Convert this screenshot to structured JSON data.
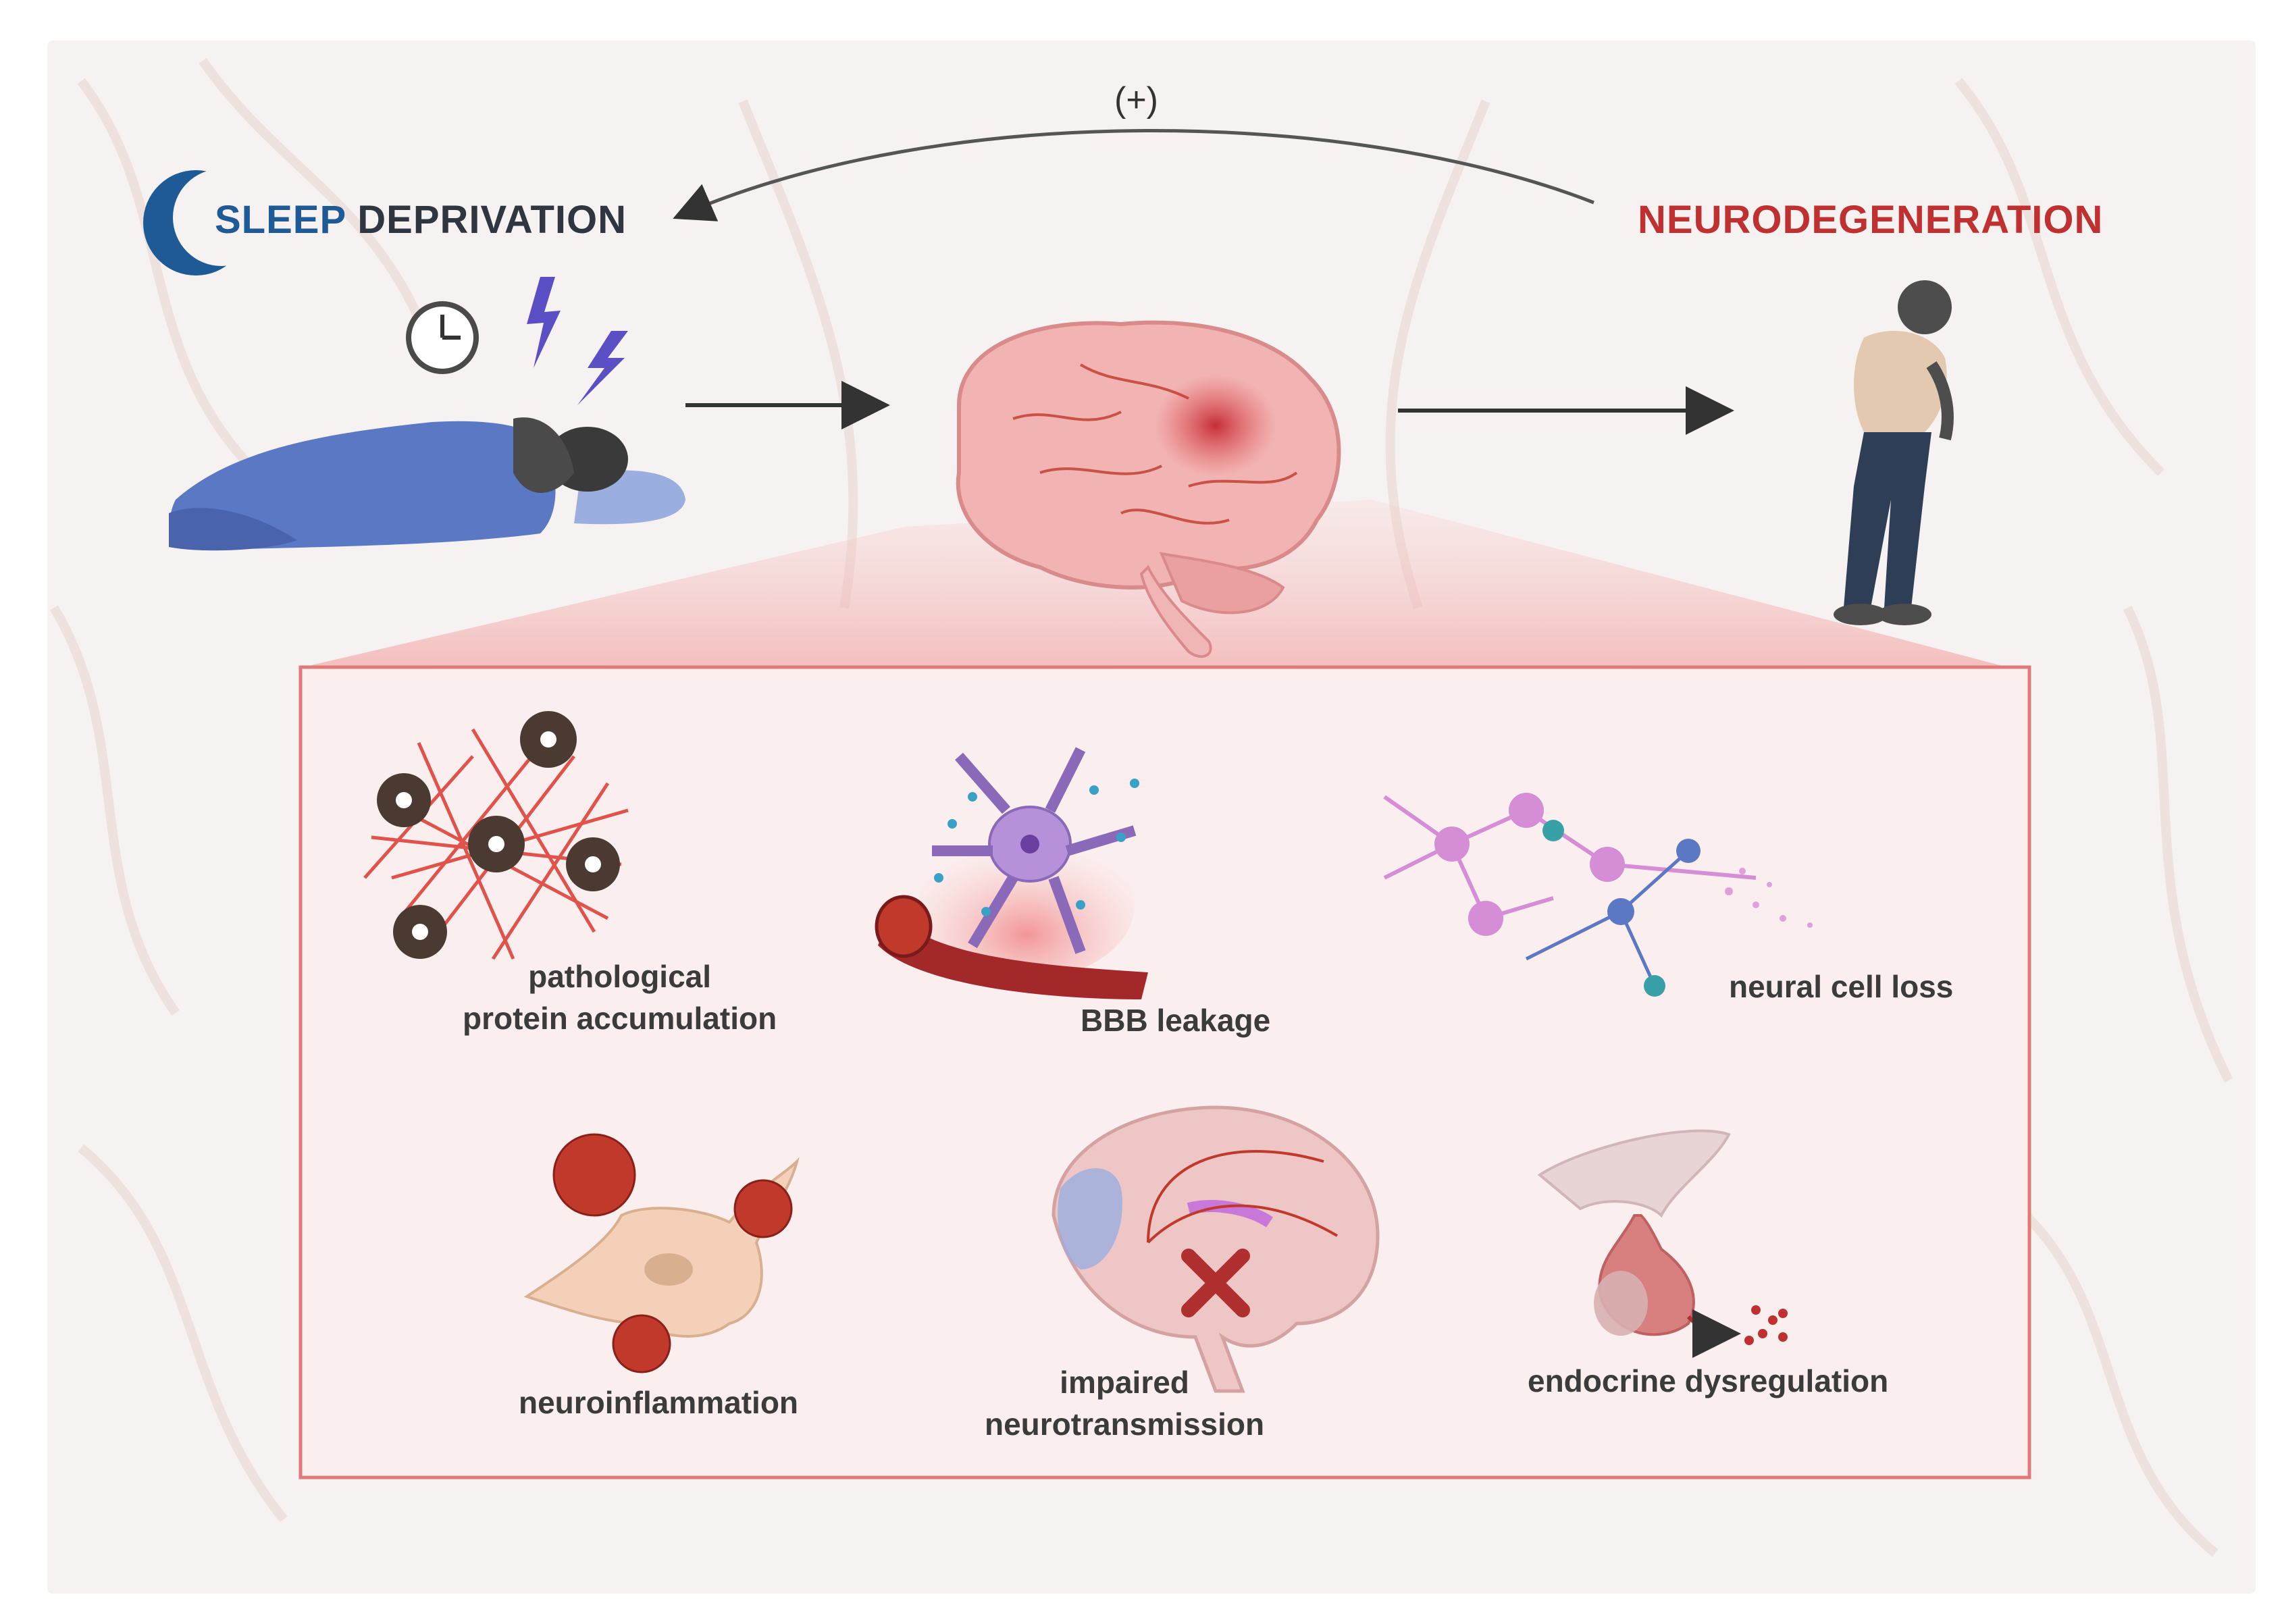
{
  "header": {
    "sleep_word": "SLEEP",
    "deprivation_word": "DEPRIVATION",
    "neurodegeneration": "NEURODEGENERATION",
    "feedback": "(+)"
  },
  "mechanisms": {
    "protein_line1": "pathological",
    "protein_line2": "protein accumulation",
    "bbb": "BBB leakage",
    "cell_loss": "neural cell loss",
    "inflammation": "neuroinflammation",
    "neurotrans_line1": "impaired",
    "neurotrans_line2": "neurotransmission",
    "endocrine": "endocrine dysregulation"
  },
  "colors": {
    "sleep_blue": "#1e5a95",
    "neuro_red": "#c03030",
    "panel_border": "#e07a7a",
    "panel_fill": "#fbeeee",
    "brain_pink": "#f2b3b3",
    "vessel_red": "#c0392b",
    "blanket_blue": "#5b78c4"
  },
  "icons": [
    "moon-icon",
    "clock-icon",
    "lightning-icon",
    "sleeping-person-icon",
    "brain-icon",
    "elderly-person-icon",
    "amyloid-plaque-icon",
    "blood-vessel-icon",
    "neurons-icon",
    "microglia-icon",
    "brain-sagittal-icon",
    "pituitary-icon"
  ]
}
